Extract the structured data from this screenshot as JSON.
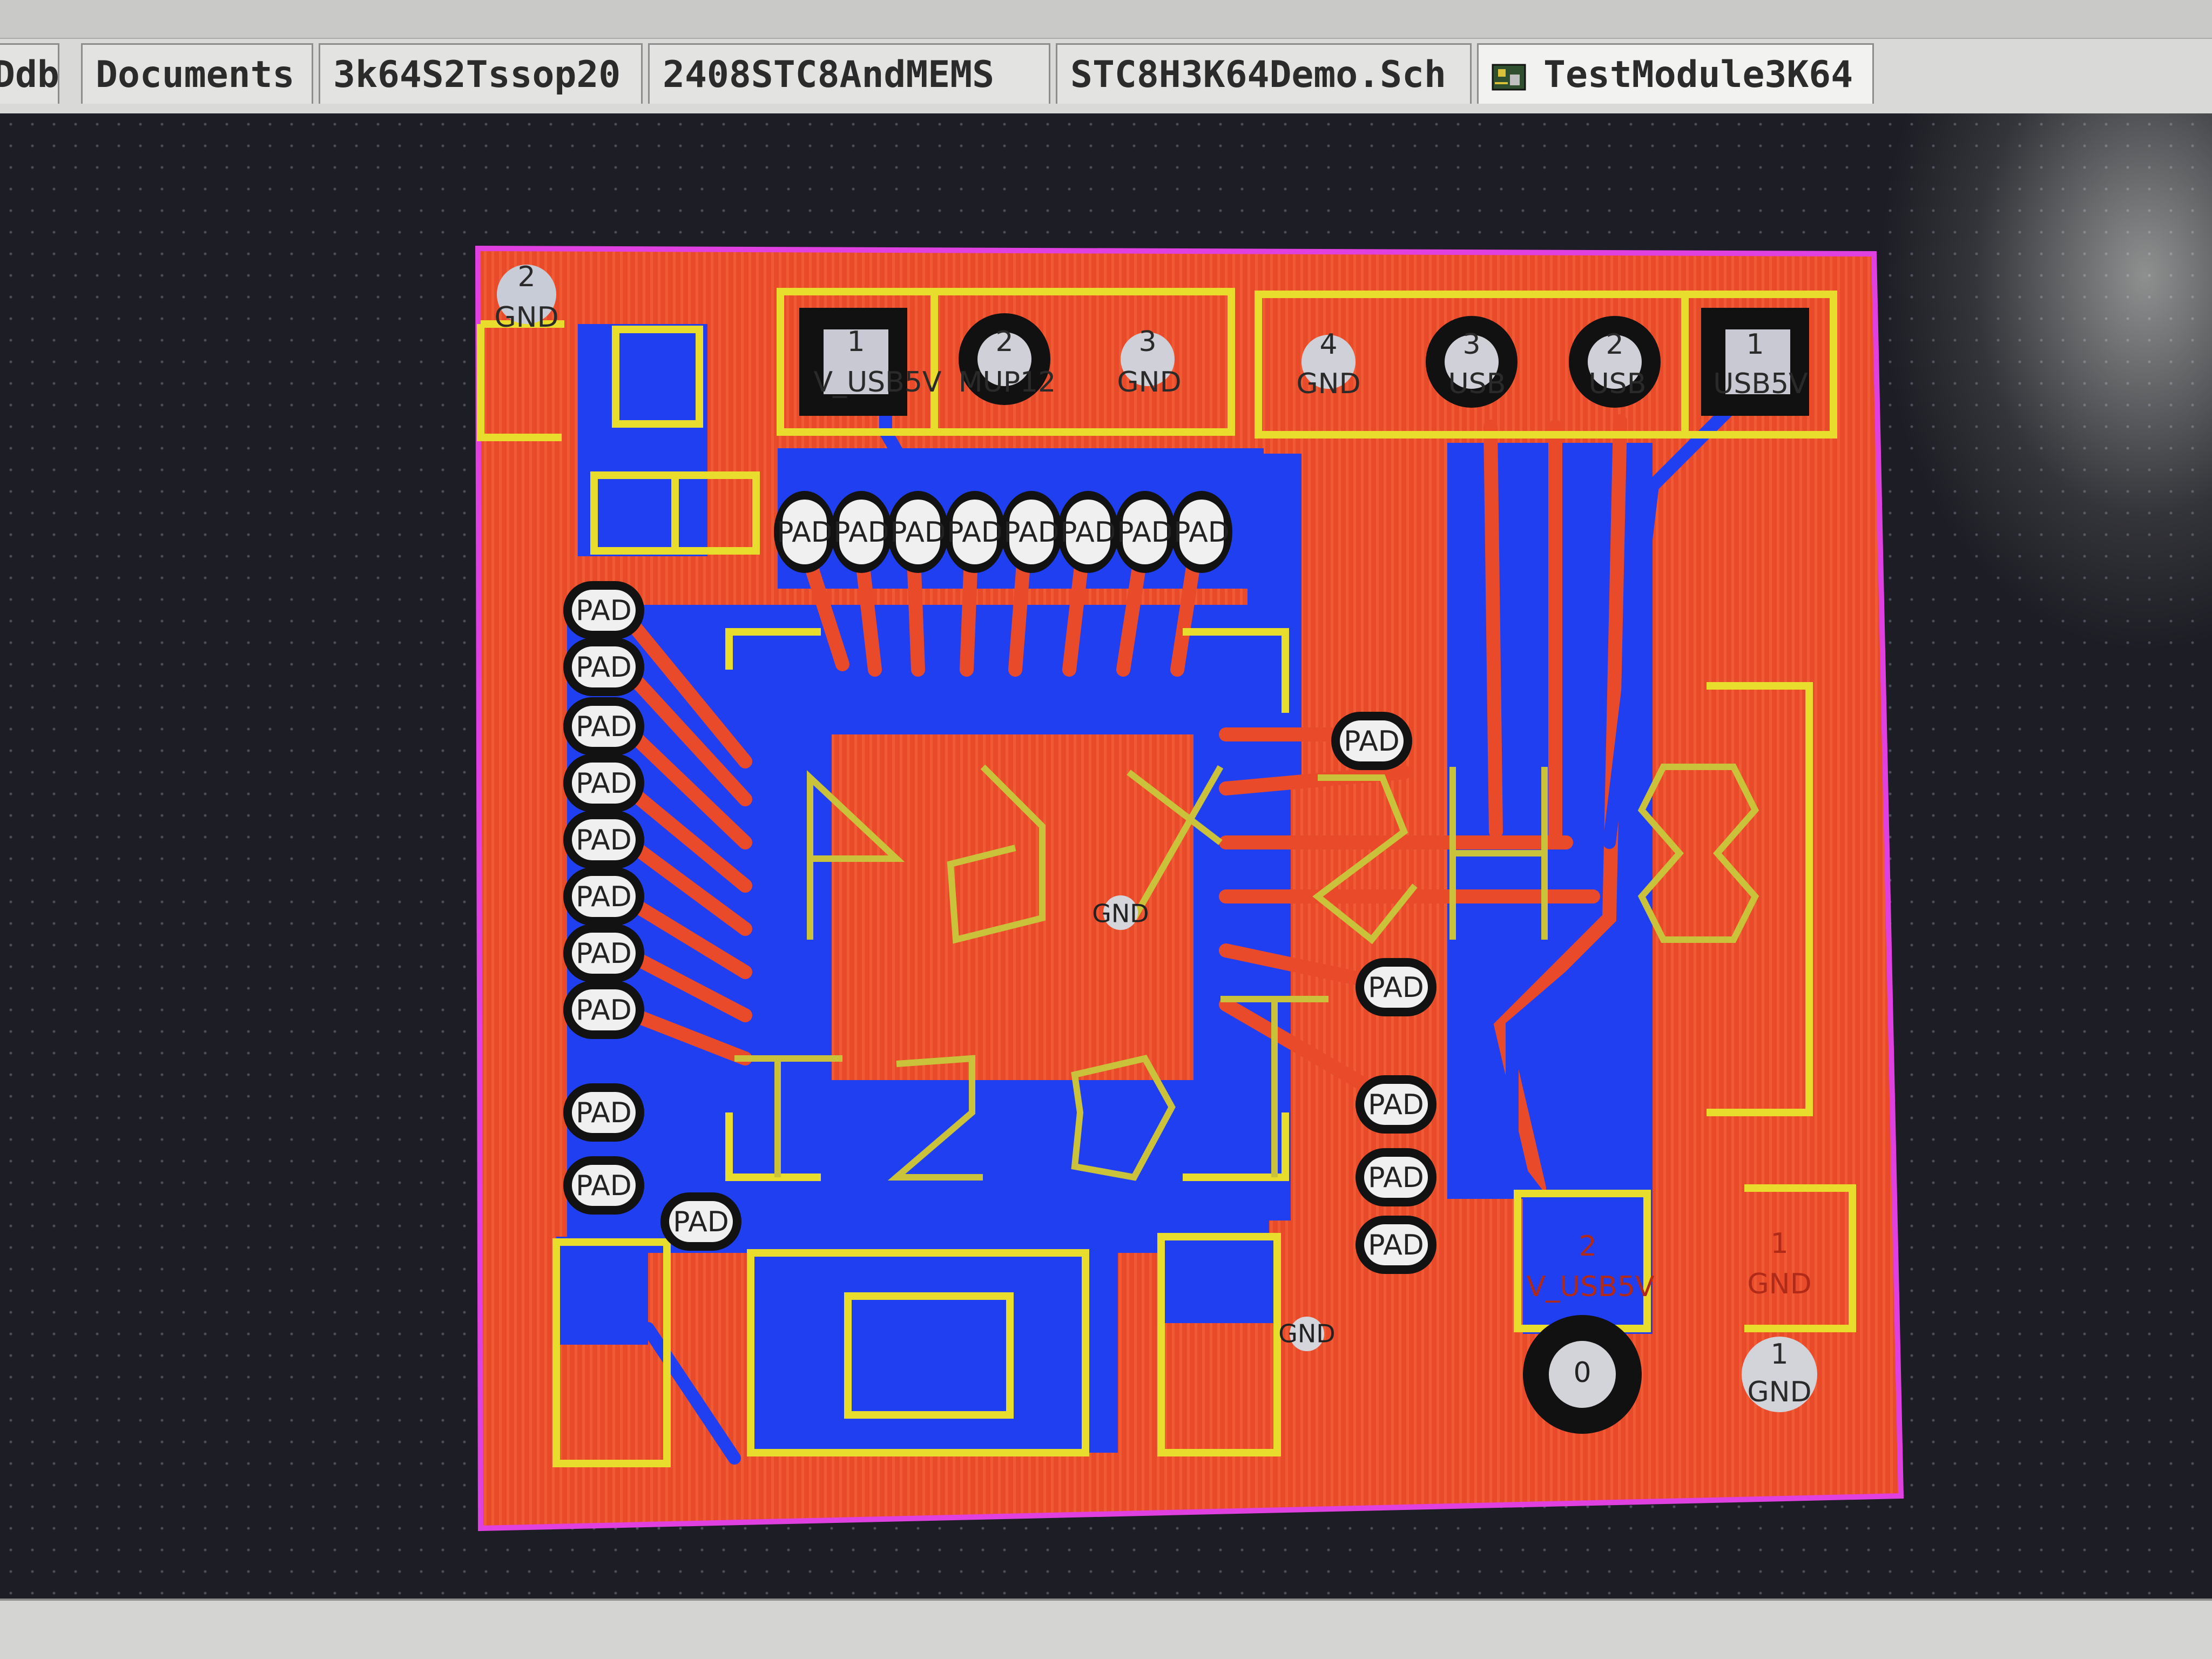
{
  "tabs": [
    {
      "label": "Ddb"
    },
    {
      "label": "Documents"
    },
    {
      "label": "3k64S2Tssop20"
    },
    {
      "label": "2408STC8AndMEMS"
    },
    {
      "label": "STC8H3K64Demo.Sch"
    },
    {
      "label": "TestModule3K64",
      "active": true,
      "icon": "pcb-document-icon"
    }
  ],
  "board": {
    "colors": {
      "top_copper": "#e84a2a",
      "bottom_copper": "#1f3ff0",
      "silkscreen": "#e8dd2c",
      "pad": "#f0f0f0",
      "outline": "#e040e0"
    },
    "connectors": {
      "top_left_header": [
        {
          "num": "1",
          "net": "V_USB5V"
        },
        {
          "num": "2",
          "net": "MUP12"
        },
        {
          "num": "3",
          "net": "GND"
        }
      ],
      "top_right_header": [
        {
          "num": "4",
          "net": "GND"
        },
        {
          "num": "3",
          "net": "USB"
        },
        {
          "num": "2",
          "net": "USB"
        },
        {
          "num": "1",
          "net": "USB5V"
        }
      ]
    },
    "corner_pad": {
      "num": "2",
      "net": "GND"
    },
    "bottom_right_left": {
      "num": "2",
      "net": "V_USB5V"
    },
    "bottom_right_right": {
      "num": "1",
      "net": "GND"
    },
    "hole_left": {
      "num": "0"
    },
    "hole_right": {
      "num": "1",
      "net": "GND"
    },
    "center_via": "GND",
    "lower_via": "GND",
    "pad_label": "PAD",
    "silk_text_top": "A0XS4H8",
    "silk_text_bottom": "t2aT"
  }
}
